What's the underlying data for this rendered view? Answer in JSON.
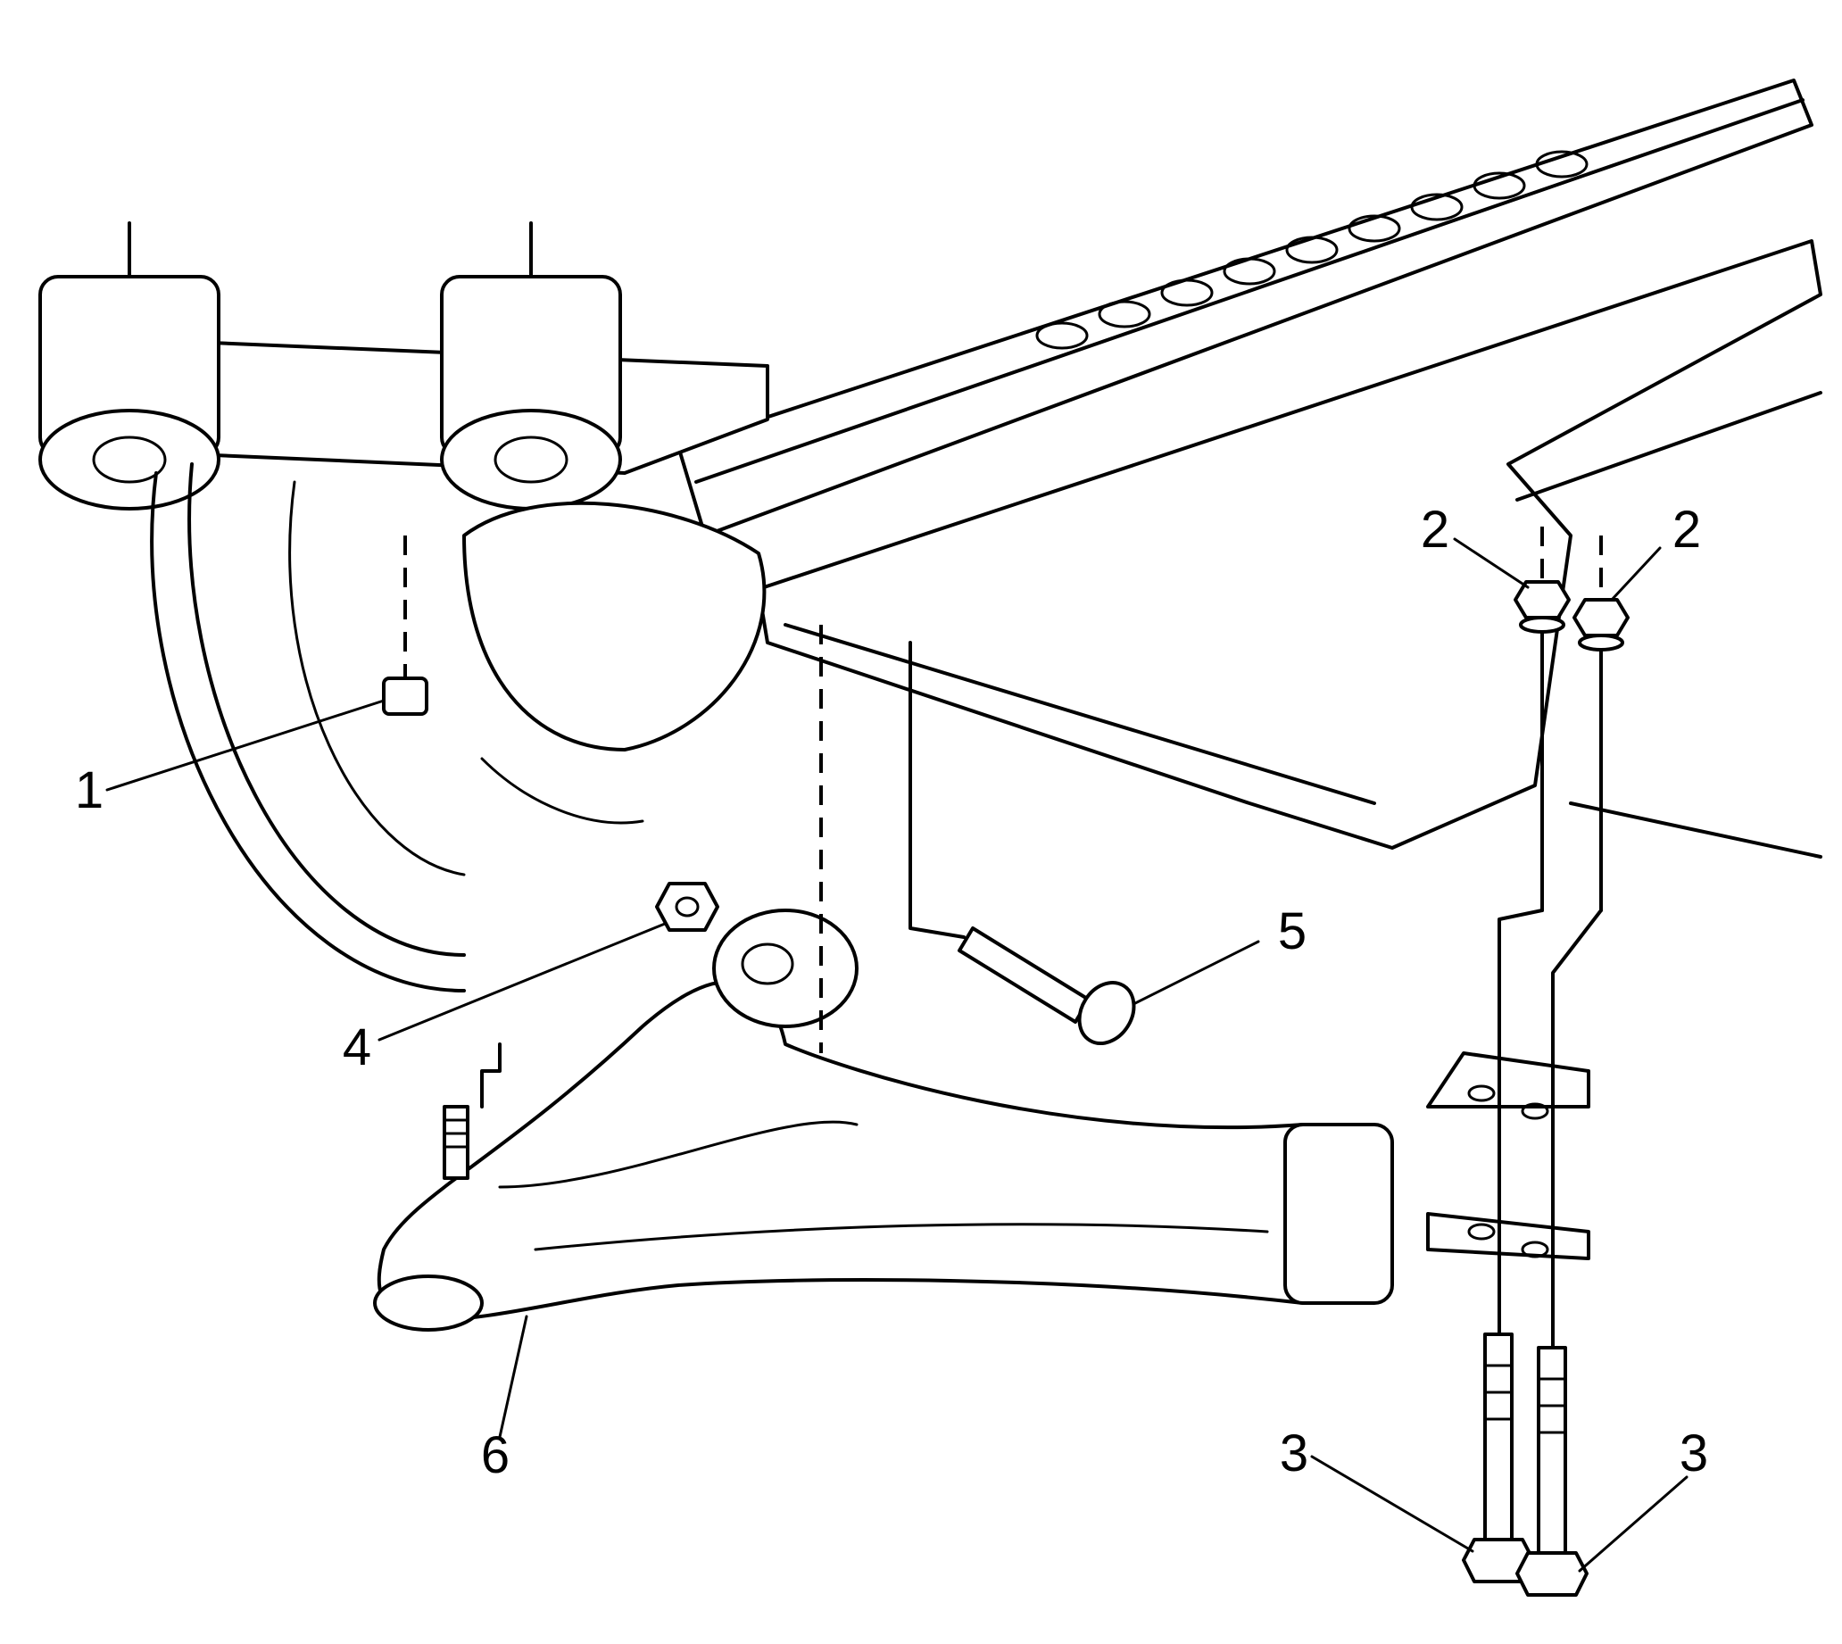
{
  "diagram": {
    "callouts": [
      {
        "id": "1",
        "label": "1"
      },
      {
        "id": "2a",
        "label": "2"
      },
      {
        "id": "2b",
        "label": "2"
      },
      {
        "id": "3a",
        "label": "3"
      },
      {
        "id": "3b",
        "label": "3"
      },
      {
        "id": "4",
        "label": "4"
      },
      {
        "id": "5",
        "label": "5"
      },
      {
        "id": "6",
        "label": "6"
      }
    ]
  }
}
